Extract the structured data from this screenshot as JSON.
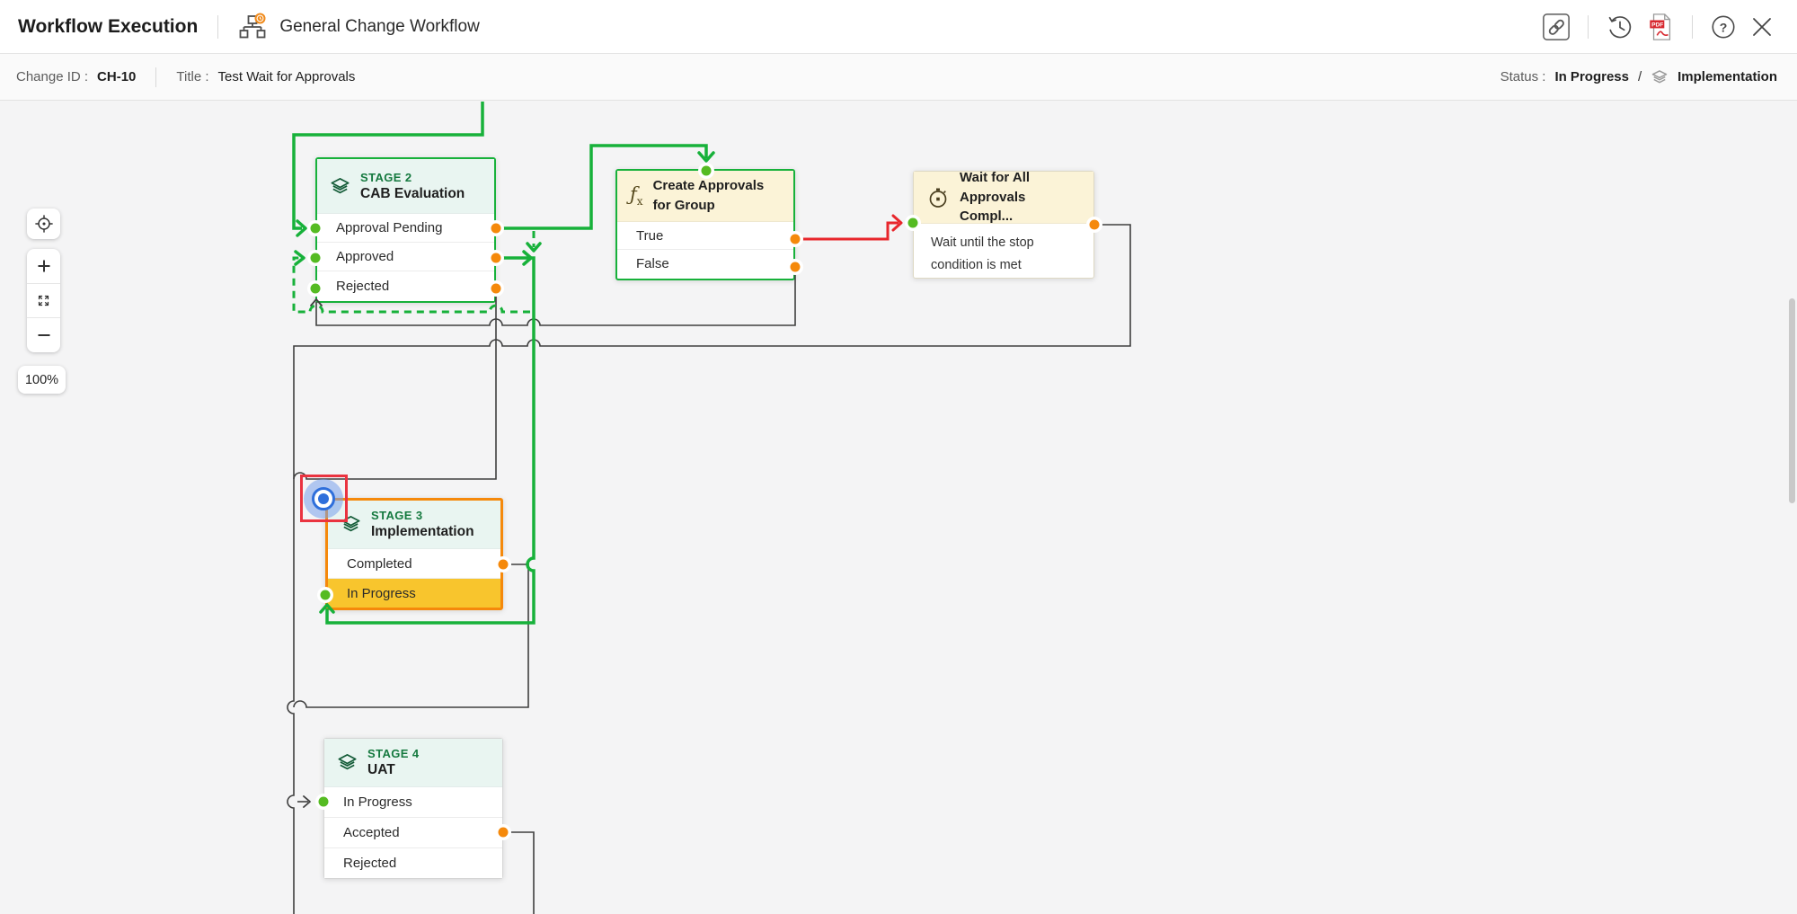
{
  "header": {
    "app_title": "Workflow Execution",
    "workflow_name": "General Change Workflow"
  },
  "infobar": {
    "change_id_label": "Change ID :",
    "change_id": "CH-10",
    "title_label": "Title :",
    "title_value": "Test Wait for Approvals",
    "status_label": "Status :",
    "status_value": "In Progress",
    "status_divider": "/",
    "current_stage": "Implementation"
  },
  "toolbar": {
    "zoom_level": "100%",
    "zoom_in": "+",
    "zoom_out": "−"
  },
  "nodes": {
    "stage2": {
      "badge": "STAGE 2",
      "title": "CAB Evaluation",
      "rows": [
        "Approval Pending",
        "Approved",
        "Rejected"
      ]
    },
    "create_approvals": {
      "title_line1": "Create Approvals",
      "title_line2": "for Group",
      "rows": [
        "True",
        "False"
      ]
    },
    "wait_for_approvals": {
      "title_line1": "Wait for All",
      "title_line2": "Approvals Compl...",
      "body_line1": "Wait until the stop",
      "body_line2": "condition is met"
    },
    "stage3": {
      "badge": "STAGE 3",
      "title": "Implementation",
      "rows": [
        "Completed",
        "In Progress"
      ],
      "active_row": "In Progress"
    },
    "stage4": {
      "badge": "STAGE 4",
      "title": "UAT",
      "rows": [
        "In Progress",
        "Accepted",
        "Rejected"
      ]
    }
  },
  "colors": {
    "flow_green": "#17b13a",
    "flow_red": "#e8262c",
    "flow_black": "#3f3f3f",
    "port_green": "#55bb22",
    "port_orange": "#f5890b",
    "stage2_border": "#17b13a",
    "stage3_border": "#f5890b",
    "stage4_border": "#d5d5d5",
    "wait_border": "#ded9c4",
    "active_row_bg": "#f8c52d",
    "stage_header_bg": "#e9f5f1",
    "activity_header_bg": "#fbf3d7"
  }
}
